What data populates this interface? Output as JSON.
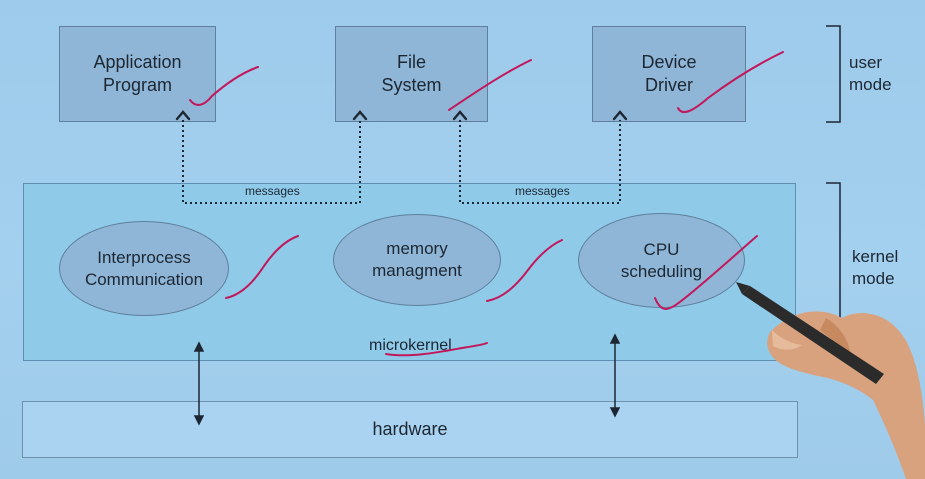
{
  "user_boxes": [
    {
      "label": "Application\nProgram"
    },
    {
      "label": "File\nSystem"
    },
    {
      "label": "Device\nDriver"
    }
  ],
  "messages": [
    "messages",
    "messages"
  ],
  "kernel_components": [
    {
      "label": "Interprocess\nCommunication"
    },
    {
      "label": "memory\nmanagment"
    },
    {
      "label": "CPU\nscheduling"
    }
  ],
  "microkernel_label": "microkernel",
  "hardware_label": "hardware",
  "modes": {
    "user": "user\nmode",
    "kernel": "kernel\nmode"
  },
  "colors": {
    "box_fill": "#8fb6d6",
    "kernel_fill": "#8fcae9",
    "annotation_ink": "#c2185b"
  }
}
